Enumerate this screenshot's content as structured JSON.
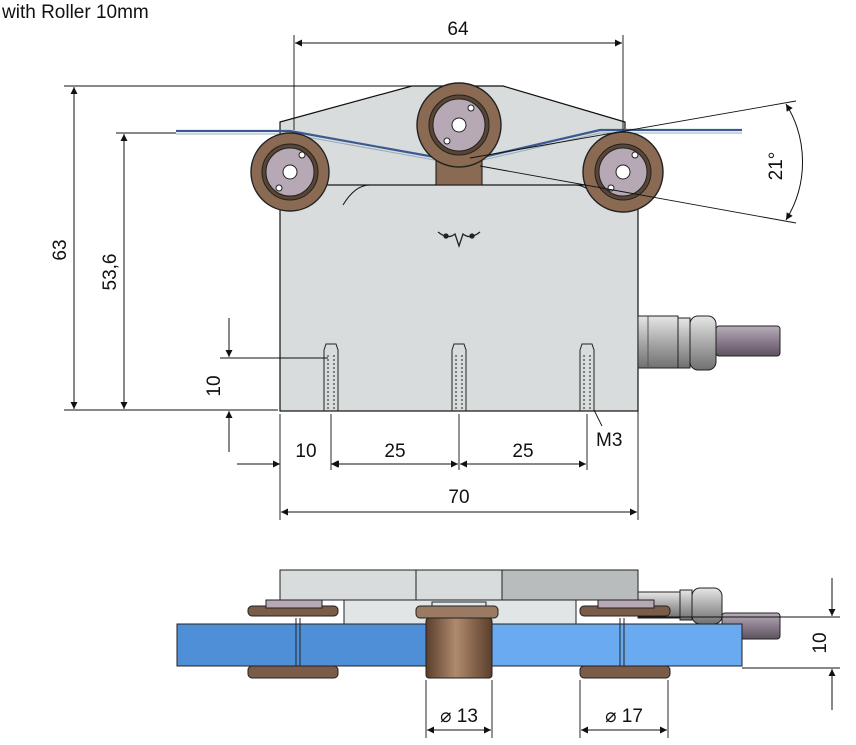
{
  "title": "with Roller 10mm",
  "dimensions": {
    "width_top": "64",
    "height_total": "63",
    "height_roller": "53,6",
    "hole_depth": "10",
    "angle": "21°",
    "spacing_first": "10",
    "spacing_second": "25",
    "spacing_third": "25",
    "width_base": "70",
    "thread_label": "M3",
    "side_height": "10",
    "diameter_small": "⌀ 13",
    "diameter_large": "⌀ 17"
  },
  "colors": {
    "body": "#d8dcdc",
    "roller_tire": "#8a6a52",
    "roller_hub": "#b6a8b4",
    "belt_blue": "#4f8fd8",
    "belt_blue_light": "#6aaaf0",
    "cable": "#8a7c8c",
    "bronze": "#9a7a62"
  }
}
